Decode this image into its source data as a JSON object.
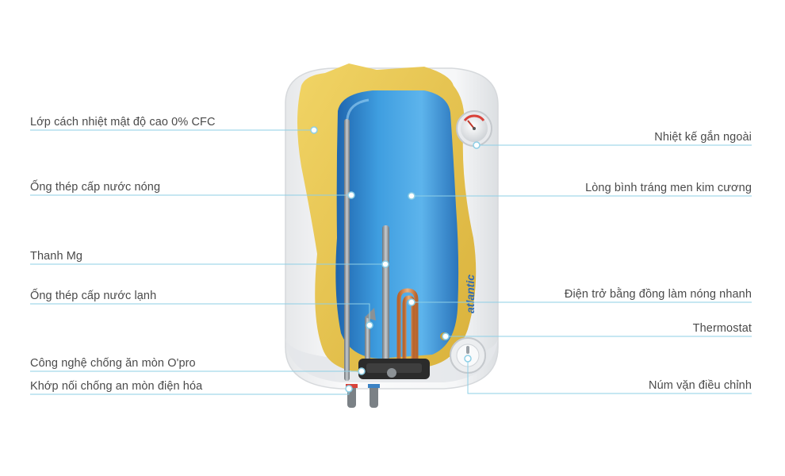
{
  "labels_left": [
    {
      "id": "insulation",
      "text": "Lớp cách nhiệt mật độ cao 0% CFC"
    },
    {
      "id": "hot-pipe",
      "text": "Ống thép cấp nước nóng"
    },
    {
      "id": "mg-rod",
      "text": "Thanh Mg"
    },
    {
      "id": "cold-pipe",
      "text": "Ống thép cấp nước lạnh"
    },
    {
      "id": "opro",
      "text": "Công nghệ chống ăn mòn O'pro"
    },
    {
      "id": "joint",
      "text": "Khớp nối chống an mòn điện hóa"
    }
  ],
  "labels_right": [
    {
      "id": "thermometer",
      "text": "Nhiệt kế gắn ngoài"
    },
    {
      "id": "tank",
      "text": "Lòng bình tráng men kim cương"
    },
    {
      "id": "heater",
      "text": "Điện trở bằng đồng làm nóng nhanh"
    },
    {
      "id": "thermostat",
      "text": "Thermostat"
    },
    {
      "id": "knob",
      "text": "Núm vặn điều chỉnh"
    }
  ],
  "brand": "atlantic",
  "colors": {
    "leader": "#8ecfe6",
    "dot": "#ffffff",
    "insulation": "#e9c84e",
    "tank": "#3a93d6",
    "shell": "#f4f5f6",
    "label_text": "#4a4a4a"
  }
}
